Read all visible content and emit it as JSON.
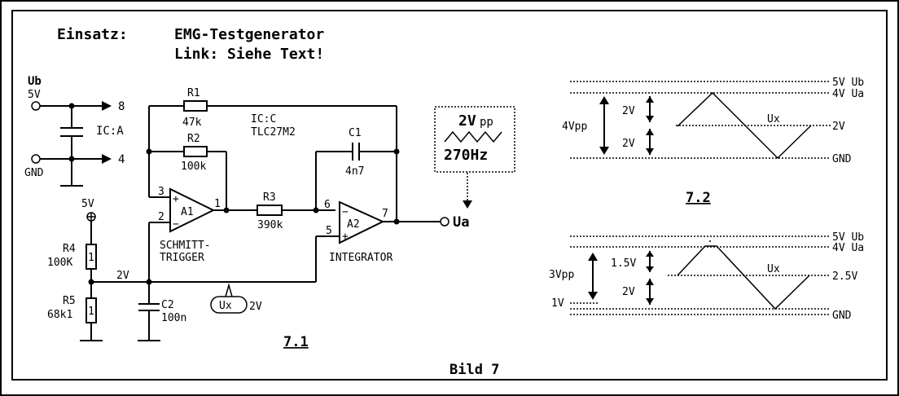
{
  "header": {
    "prefix": "Einsatz:",
    "title": "EMG-Testgenerator",
    "link": "Link: Siehe Text!"
  },
  "power": {
    "ub_label": "Ub",
    "ub_value": "5V",
    "pin8": "8",
    "pin4": "4",
    "gnd": "GND",
    "ic_a": "IC:A",
    "ic_c": "IC:C",
    "ic_type": "TLC27M2",
    "supply_5v": "5V"
  },
  "components": {
    "r1_name": "R1",
    "r1_value": "47k",
    "r2_name": "R2",
    "r2_value": "100k",
    "r3_name": "R3",
    "r3_value": "390k",
    "r4_name": "R4",
    "r4_value": "100K",
    "r5_name": "R5",
    "r5_value": "68k1",
    "c1_name": "C1",
    "c1_value": "4n7",
    "c2_name": "C2",
    "c2_value": "100n",
    "a1": "A1",
    "a2": "A2",
    "pin1": "1",
    "pin2": "2",
    "pin3": "3",
    "pin5": "5",
    "pin6": "6",
    "pin7": "7",
    "one": "1"
  },
  "labels": {
    "schmitt1": "SCHMITT-",
    "schmitt2": "TRIGGER",
    "integrator": "INTEGRATOR",
    "node_2v": "2V",
    "ux": "Ux",
    "ux_2v": "2V",
    "ua": "Ua",
    "fig71": "7.1",
    "fig72": "7.2",
    "caption": "Bild 7"
  },
  "signal_box": {
    "amp_main": "2V",
    "amp_sub": "pp",
    "freq": "270Hz"
  },
  "graph1": {
    "top": "5V Ub",
    "ua": "4V Ua",
    "mid": "2V",
    "gnd": "GND",
    "amp": "4Vpp",
    "upper_span": "2V",
    "lower_span": "2V",
    "ux": "Ux"
  },
  "graph2": {
    "top": "5V Ub",
    "ua": "4V Ua",
    "mid": "2.5V",
    "gnd": "GND",
    "amp": "3Vpp",
    "upper_span": "1.5V",
    "lower_span": "2V",
    "low": "1V",
    "ux": "Ux"
  }
}
